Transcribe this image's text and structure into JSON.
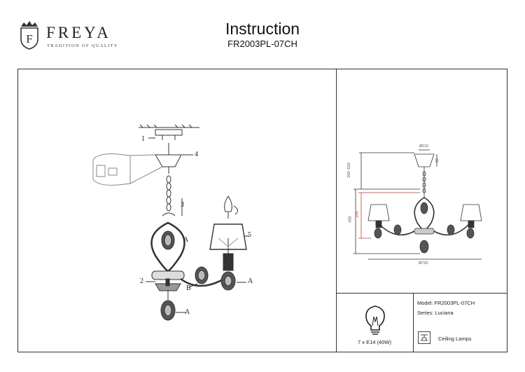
{
  "brand": {
    "name": "FREYA",
    "tagline": "TRADITION OF QUALITY"
  },
  "header": {
    "title": "Instruction",
    "model_code": "FR2003PL-07CH"
  },
  "assembly": {
    "markers": {
      "step1": "1",
      "step2": "2",
      "step3": "3",
      "step4": "4",
      "step5": "5",
      "part_a": "A",
      "part_b": "B"
    }
  },
  "dimensions": {
    "canopy_width": "Ø110",
    "canopy_height": "80",
    "chain_range": "250~520",
    "total_height": "450",
    "shade_height": "205",
    "overall_width": "Ø720"
  },
  "bulb": {
    "label": "7 x E14 (40W)"
  },
  "specs": {
    "model": "Model: FR2003PL-07CH",
    "series": "Series: Luciana",
    "type": "Ceiling Lamps"
  },
  "colors": {
    "line": "#333333",
    "accent_dimension": "#c0392b"
  }
}
